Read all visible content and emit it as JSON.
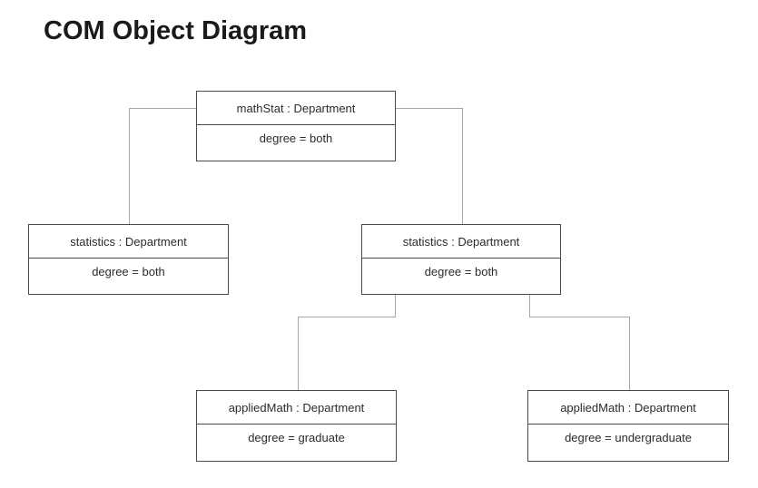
{
  "page": {
    "title": "COM Object Diagram"
  },
  "diagram": {
    "nodes": [
      {
        "id": "mathStat",
        "label": "mathStat : Department",
        "attribute": "degree = both"
      },
      {
        "id": "statistics-left",
        "label": "statistics : Department",
        "attribute": "degree = both"
      },
      {
        "id": "statistics-right",
        "label": "statistics : Department",
        "attribute": "degree = both"
      },
      {
        "id": "appliedMath-left",
        "label": "appliedMath : Department",
        "attribute": "degree = graduate"
      },
      {
        "id": "appliedMath-right",
        "label": "appliedMath : Department",
        "attribute": "degree = undergraduate"
      }
    ],
    "edges": [
      {
        "from": "mathStat",
        "to": "statistics-left"
      },
      {
        "from": "mathStat",
        "to": "statistics-right"
      },
      {
        "from": "statistics-right",
        "to": "appliedMath-left"
      },
      {
        "from": "statistics-right",
        "to": "appliedMath-right"
      }
    ],
    "colors": {
      "background": "#ffffff",
      "node_border": "#4a4a4a",
      "connector": "#a8a8a8",
      "text": "#2b2b2b",
      "title_text": "#1a1a1a"
    }
  }
}
